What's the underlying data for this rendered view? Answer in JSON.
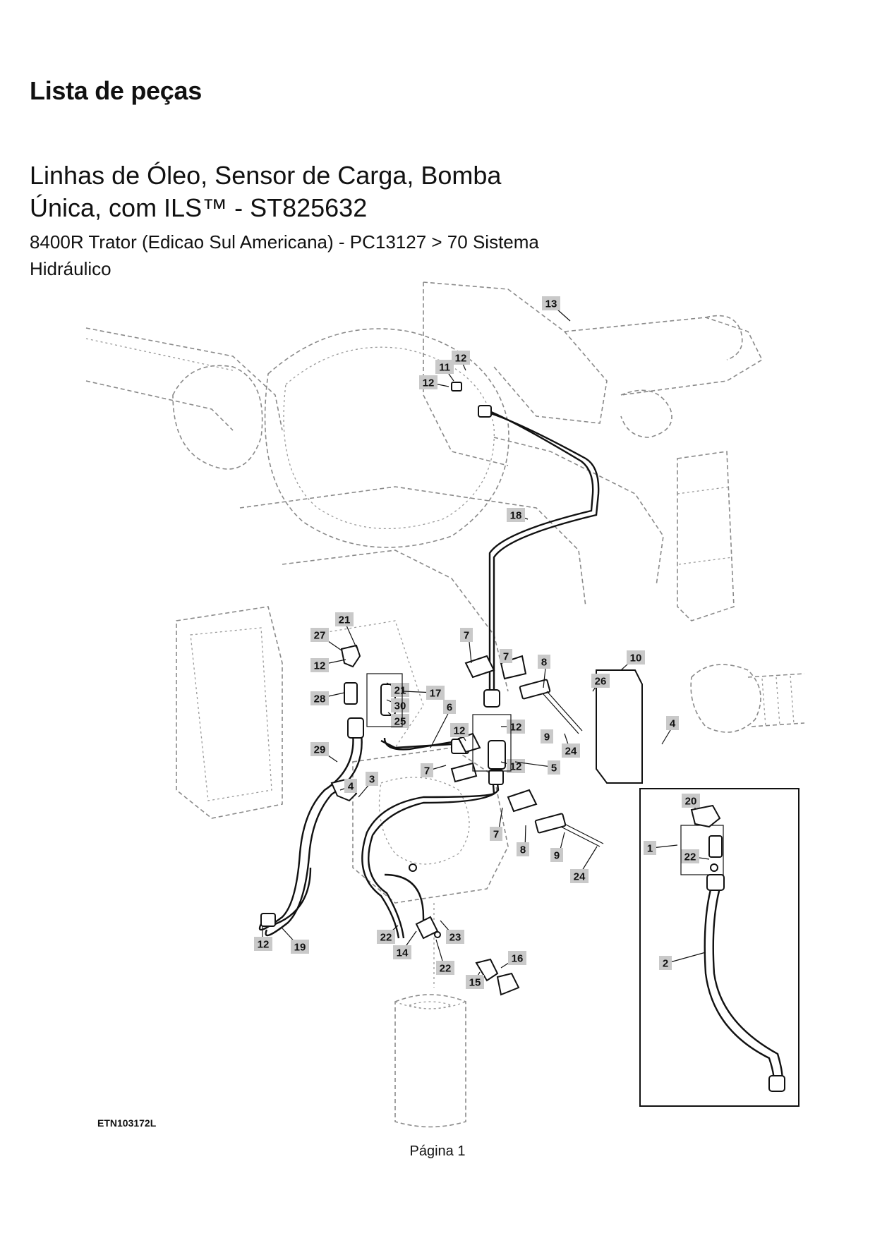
{
  "header": {
    "title": "Lista de peças",
    "subtitle": "Linhas de Óleo, Sensor de Carga, Bomba Única, com ILS™ - ST825632",
    "breadcrumb": "8400R Trator (Edicao Sul Americana) - PC13127 > 70 Sistema Hidráulico"
  },
  "diagram": {
    "figure_code": "ETN103172L",
    "callouts": {
      "c1": "13",
      "c2": "12",
      "c3": "11",
      "c4": "12",
      "c5": "18",
      "c6": "21",
      "c7": "27",
      "c8": "12",
      "c9": "28",
      "c10": "21",
      "c11": "30",
      "c12": "25",
      "c13": "17",
      "c14": "6",
      "c15": "7",
      "c16": "7",
      "c17": "8",
      "c18": "10",
      "c19": "26",
      "c20": "4",
      "c21": "12",
      "c22": "12",
      "c23": "9",
      "c24": "24",
      "c25": "12",
      "c26": "5",
      "c27": "7",
      "c28": "29",
      "c29": "4",
      "c30": "3",
      "c31": "7",
      "c32": "8",
      "c33": "9",
      "c34": "24",
      "c35": "20",
      "c36": "1",
      "c37": "22",
      "c38": "12",
      "c39": "19",
      "c40": "22",
      "c41": "14",
      "c42": "23",
      "c43": "22",
      "c44": "16",
      "c45": "15",
      "c46": "2"
    }
  },
  "footer": {
    "page": "Página 1"
  }
}
